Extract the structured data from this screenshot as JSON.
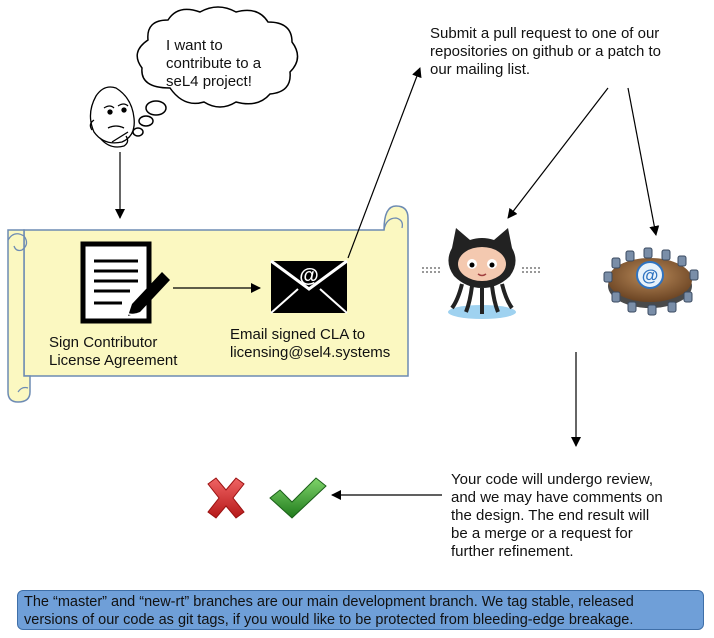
{
  "thought_bubble": {
    "line1": "I want to",
    "line2": "contribute to a",
    "line3": "seL4 project!"
  },
  "steps": {
    "sign": {
      "line1": "Sign Contributor",
      "line2": "License Agreement"
    },
    "email": {
      "line1": "Email signed CLA to",
      "line2": "licensing@sel4.systems"
    },
    "submit": {
      "line1": "Submit a pull request to one of our",
      "line2": "repositories on github or a patch to",
      "line3": "our mailing list."
    },
    "review": {
      "line1": "Your code will undergo review,",
      "line2": "and we may have comments on",
      "line3": "the design. The end result will",
      "line4": "be a merge or a request for",
      "line5": "further refinement."
    }
  },
  "note": {
    "line1": "The “master” and “new-rt” branches are our main development branch. We tag stable, released",
    "line2": "versions of our code as git tags, if you would like to be protected from bleeding-edge breakage."
  },
  "icons": {
    "person": "thinking-person-icon",
    "document": "signed-document-icon",
    "envelope": "email-envelope-icon",
    "github": "github-octocat-icon",
    "mailing_list": "mailing-list-icon",
    "reject": "red-cross-icon",
    "accept": "green-check-icon"
  },
  "colors": {
    "scroll_fill": "#fbf8c1",
    "scroll_border": "#6d8bb3",
    "banner_fill": "#6f9fd8",
    "reject_red": "#d62a2a",
    "accept_green": "#2f9a2a"
  }
}
